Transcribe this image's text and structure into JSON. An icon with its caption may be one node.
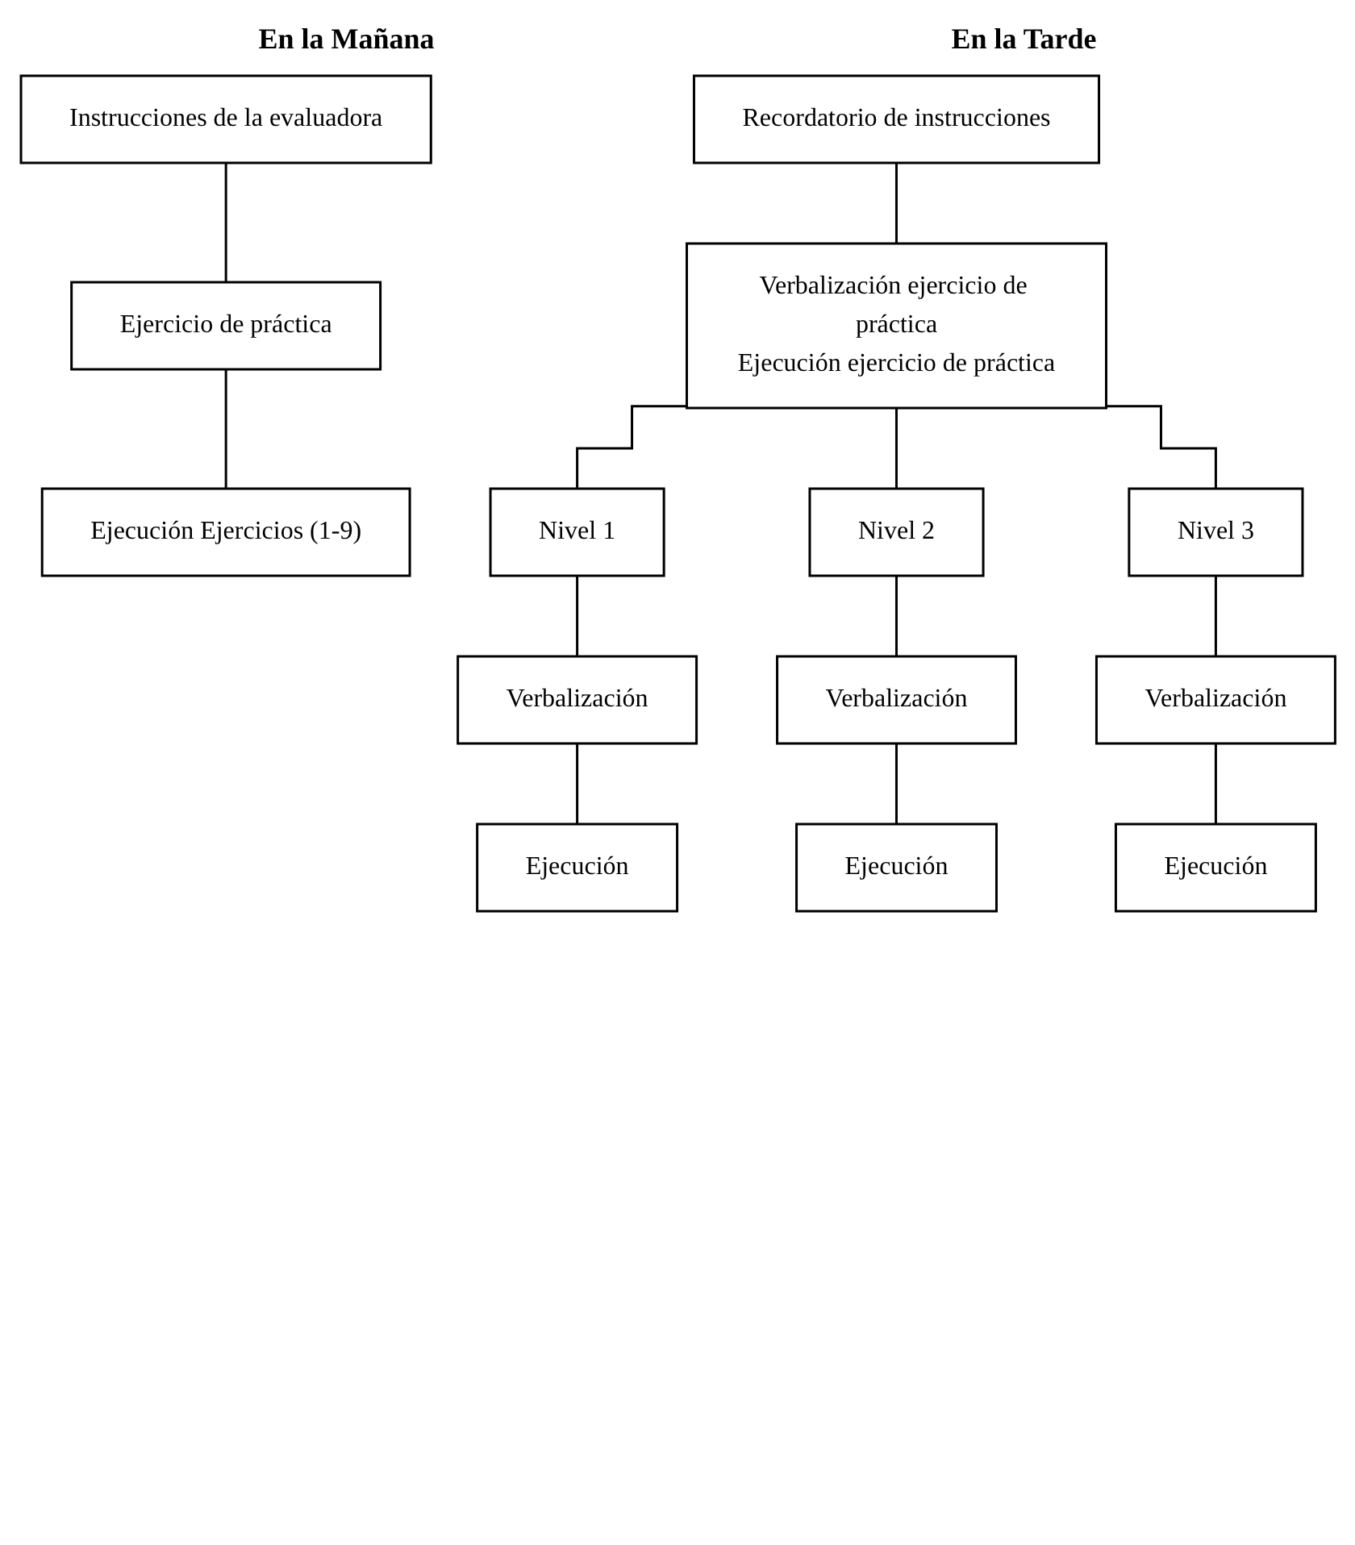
{
  "diagram": {
    "nodes": [
      {
        "text": [
          "Instrucciones de la evaluadora"
        ]
      },
      {
        "text": [
          "Ejercicio de práctica"
        ]
      },
      {
        "text": [
          "Ejecución Ejercicios (1-9)"
        ]
      },
      {
        "text": [
          "Recordatorio de instrucciones"
        ]
      },
      {
        "text": [
          "Verbalización ejercicio de práctica",
          "Ejecución ejercicio de práctica"
        ]
      },
      {
        "text": [
          "Nivel 1"
        ]
      },
      {
        "text": [
          "Verbalización"
        ]
      },
      {
        "text": [
          "Ejecución"
        ]
      },
      {
        "text": [
          "Nivel 2"
        ]
      },
      {
        "text": [
          "Verbalización"
        ]
      },
      {
        "text": [
          "Ejecución"
        ]
      },
      {
        "text": [
          "Nivel 3"
        ]
      },
      {
        "text": [
          "Verbalización"
        ]
      },
      {
        "text": [
          "Ejecución"
        ]
      }
    ],
    "edges": [
      {
        "from": 0,
        "to": 1,
        "arrow": "none"
      },
      {
        "from": 1,
        "to": 2,
        "arrow": "none"
      },
      {
        "from": 3,
        "to": 4,
        "arrow": "none"
      },
      {
        "from": 4,
        "to": 5,
        "arrow": "none"
      },
      {
        "from": 4,
        "to": 8,
        "arrow": "none"
      },
      {
        "from": 4,
        "to": 11,
        "arrow": "none"
      },
      {
        "from": 5,
        "to": 6,
        "arrow": "none"
      },
      {
        "from": 6,
        "to": 7,
        "arrow": "none"
      },
      {
        "from": 8,
        "to": 9,
        "arrow": "none"
      },
      {
        "from": 9,
        "to": 10,
        "arrow": "none"
      },
      {
        "from": 11,
        "to": 12,
        "arrow": "none"
      },
      {
        "from": 12,
        "to": 13,
        "arrow": "none"
      }
    ],
    "labels": [
      "En la Mañana",
      "En la Tarde"
    ]
  }
}
